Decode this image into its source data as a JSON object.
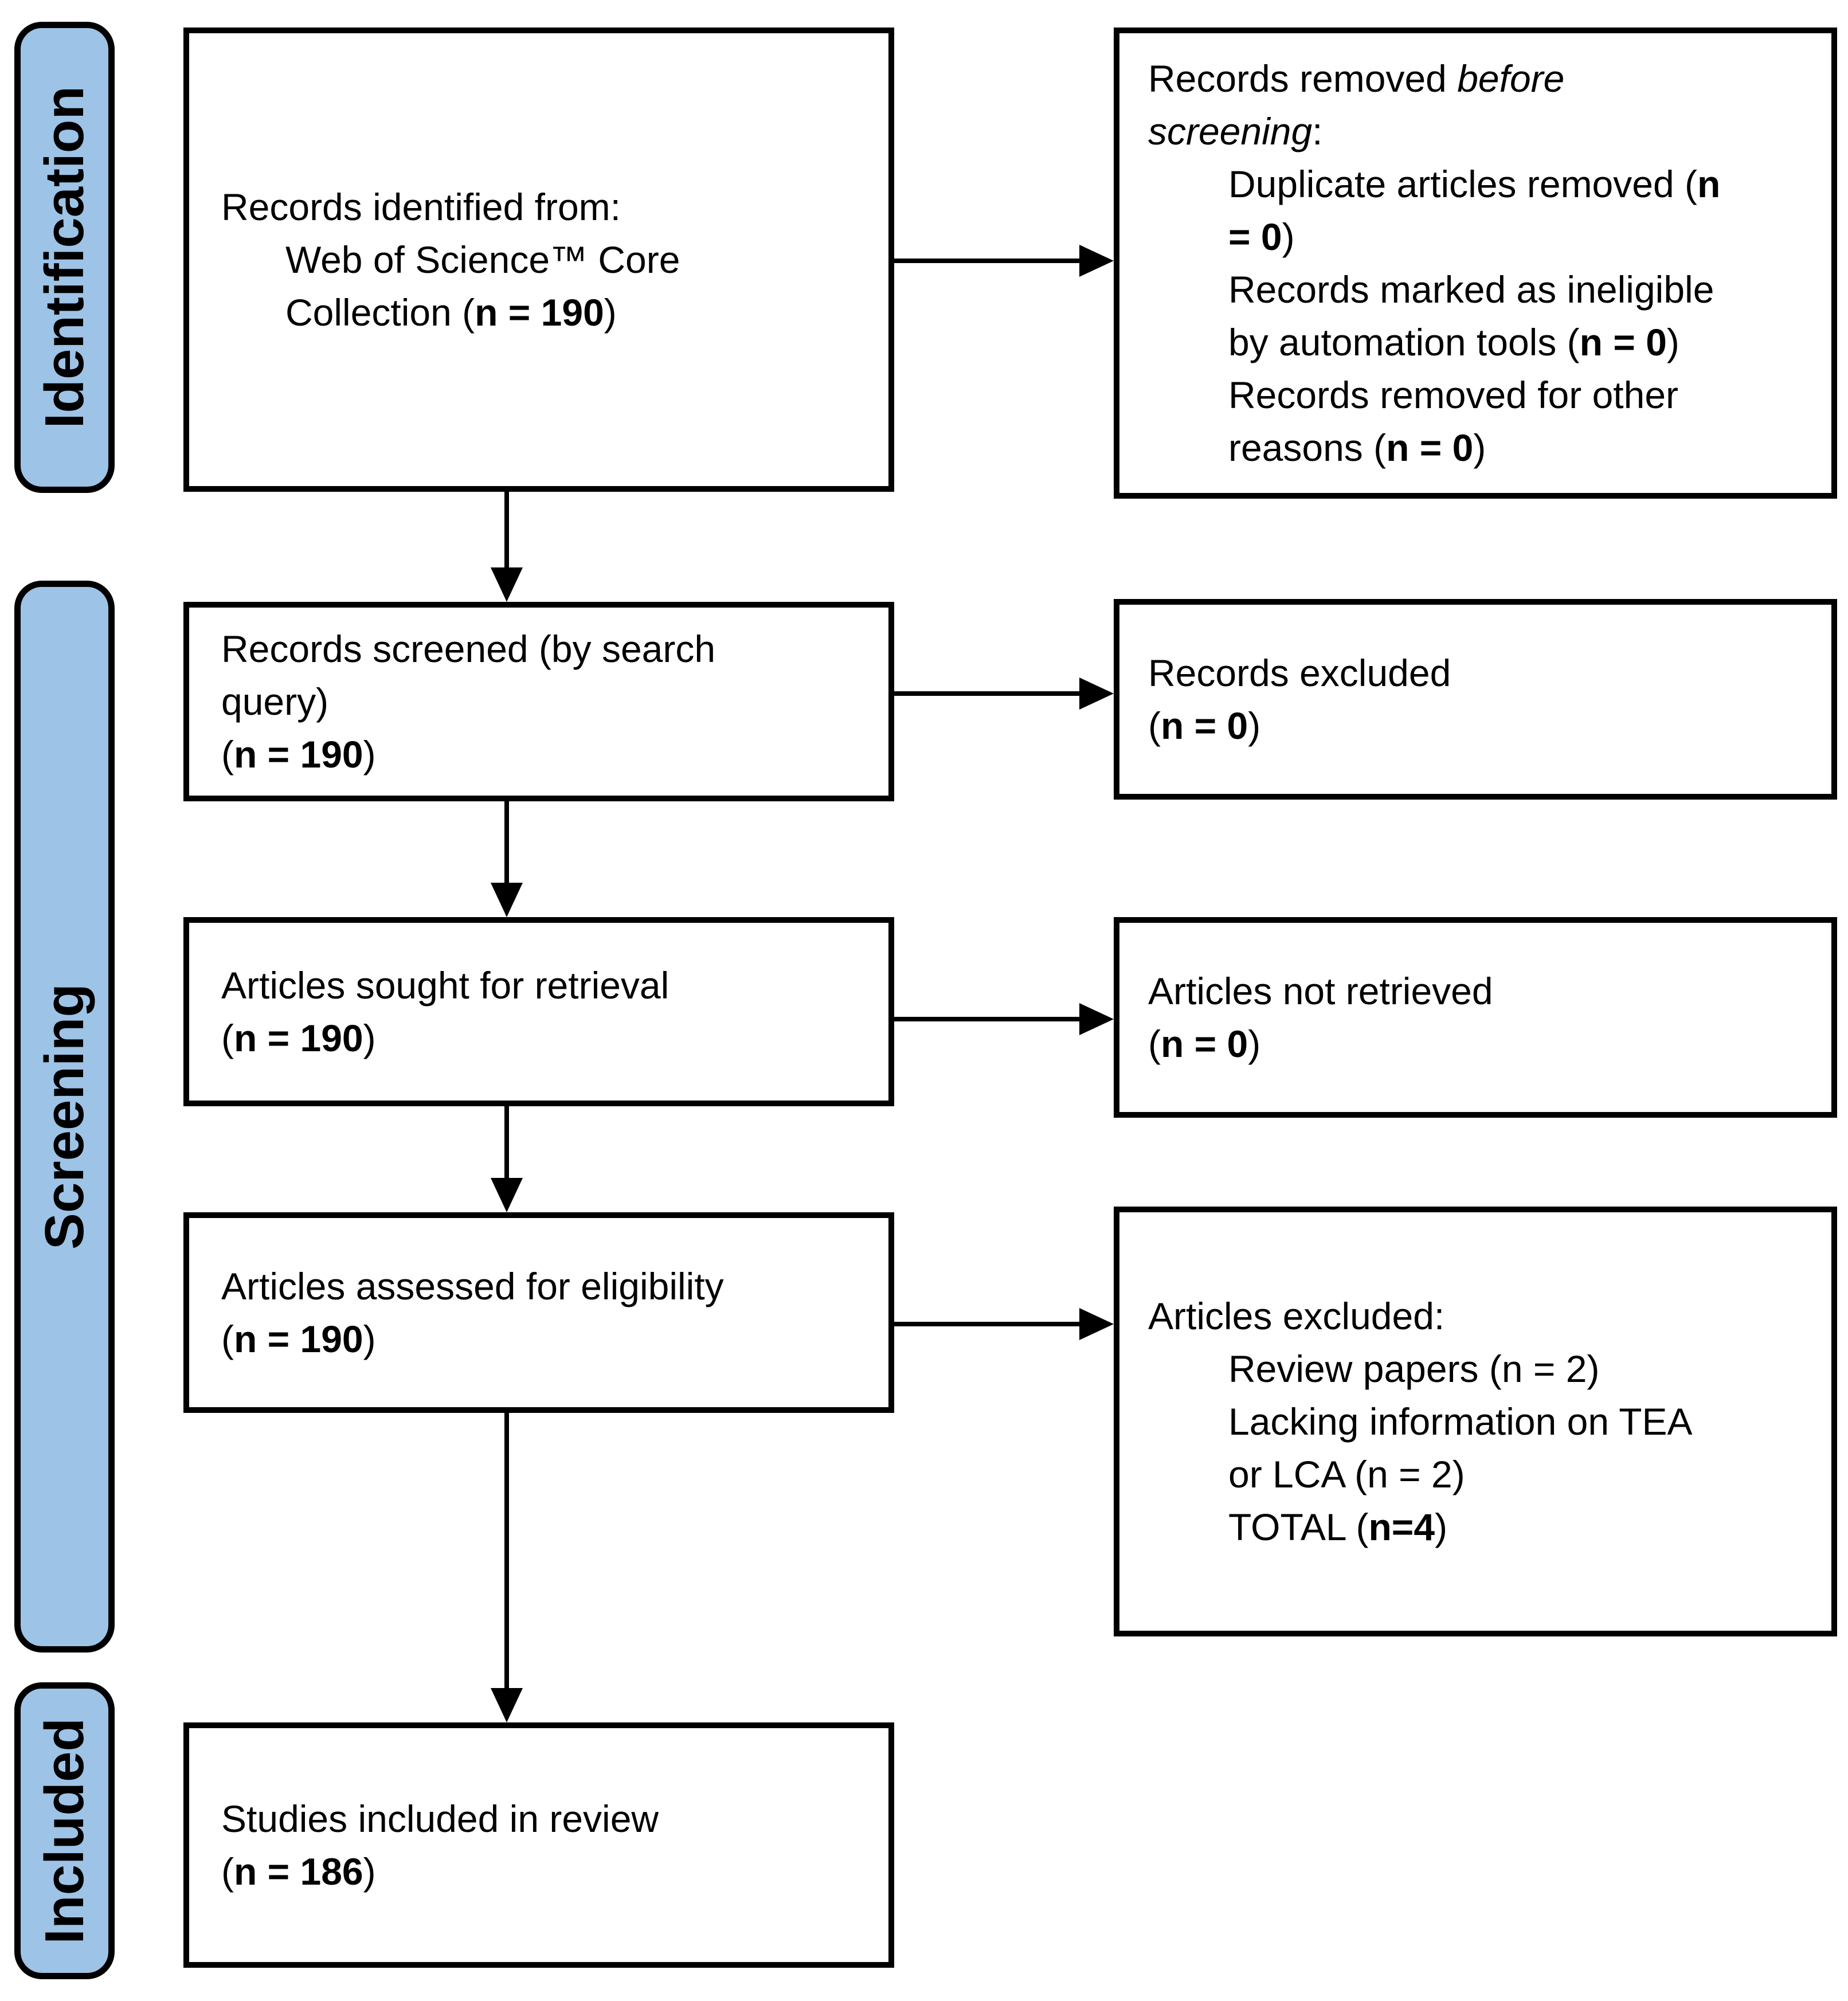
{
  "colors": {
    "stage_bar_fill": "#9DC3E6",
    "border": "#000000",
    "box_fill": "#FFFFFF"
  },
  "sidebar": {
    "identification": "Identification",
    "screening": "Screening",
    "included": "Included"
  },
  "boxes": {
    "identified": {
      "line1": "Records identified from:",
      "line2": "Web of Science™ Core",
      "line3_pre": "Collection (",
      "line3_bold": "n = 190",
      "line3_post": ")"
    },
    "removed_before_screening": {
      "line1_pre": "Records removed ",
      "line1_italic": "before",
      "line2_italic": "screening",
      "line2_post": ":",
      "item1_line1_pre": "Duplicate articles removed (",
      "item1_line1_bold": "n",
      "item1_line2_bold": "= 0",
      "item1_line2_post": ")",
      "item2_line1": "Records marked as ineligible",
      "item2_line2_pre": "by automation tools (",
      "item2_line2_bold": "n = 0",
      "item2_line2_post": ")",
      "item3_line1": "Records removed for other",
      "item3_line2_pre": "reasons (",
      "item3_line2_bold": "n = 0",
      "item3_line2_post": ")"
    },
    "screened": {
      "line1": "Records screened (by search",
      "line2": "query)",
      "line3_pre": "(",
      "line3_bold": "n = 190",
      "line3_post": ")"
    },
    "records_excluded": {
      "line1": "Records excluded",
      "line2_pre": "(",
      "line2_bold": "n = 0",
      "line2_post": ")"
    },
    "sought": {
      "line1": "Articles sought for retrieval",
      "line2_pre": "(",
      "line2_bold": "n = 190",
      "line2_post": ")"
    },
    "not_retrieved": {
      "line1": "Articles not retrieved",
      "line2_pre": "(",
      "line2_bold": "n = 0",
      "line2_post": ")"
    },
    "assessed": {
      "line1": "Articles assessed for eligibility",
      "line2_pre": "(",
      "line2_bold": "n = 190",
      "line2_post": ")"
    },
    "articles_excluded": {
      "heading": "Articles excluded:",
      "item1": "Review papers (n = 2)",
      "item2_line1": "Lacking information on TEA",
      "item2_line2": "or LCA (n = 2)",
      "item3_pre": "TOTAL (",
      "item3_bold": "n=4",
      "item3_post": ")"
    },
    "included_in_review": {
      "line1": "Studies included in review",
      "line2_pre": "(",
      "line2_bold": "n = 186",
      "line2_post": ")"
    }
  }
}
